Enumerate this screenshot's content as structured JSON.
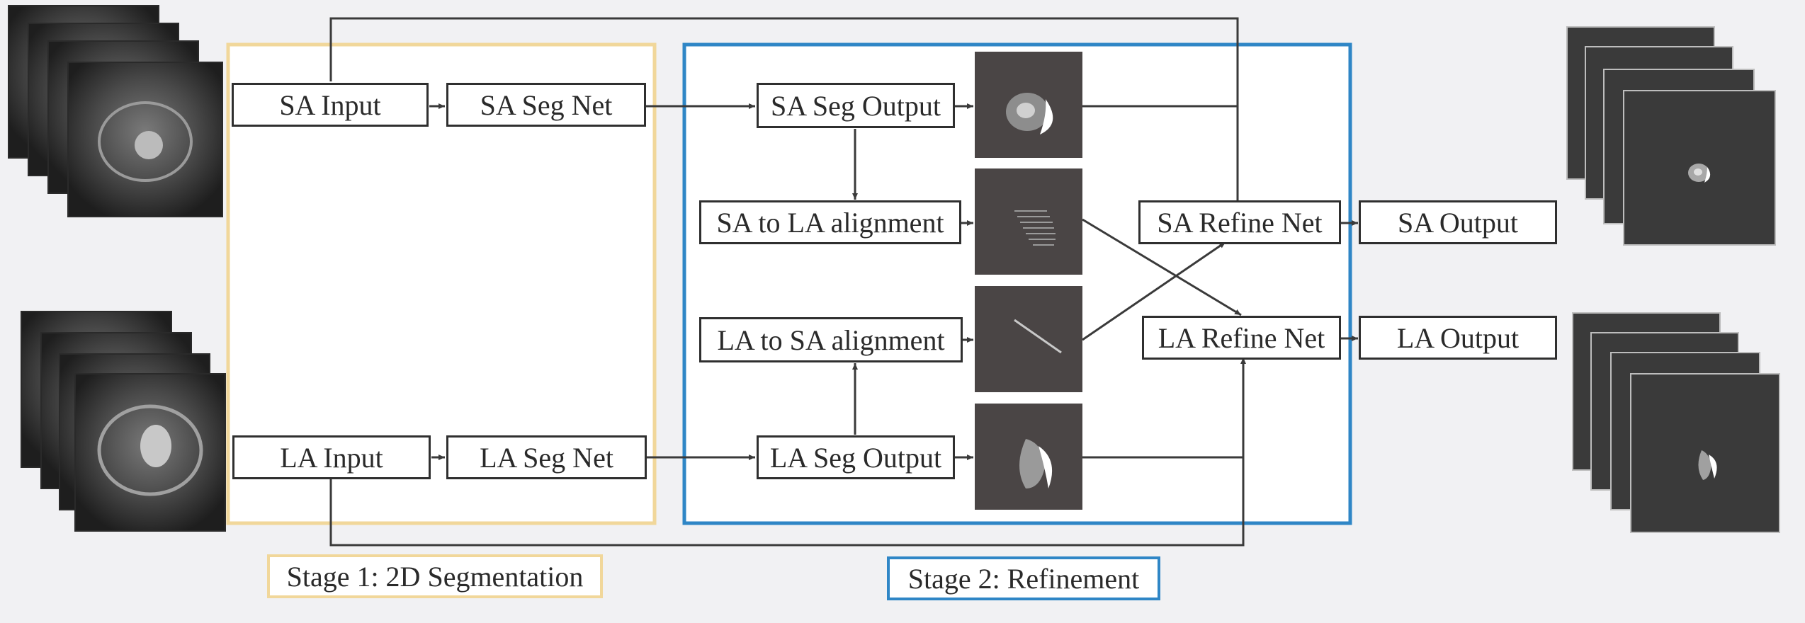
{
  "colors": {
    "background": "#f1f1f3",
    "stage1_border": "#f1d79a",
    "stage2_border": "#2f86c6",
    "line": "#3a3a3a",
    "image_bg": "#4a4545"
  },
  "stage1": {
    "label": "Stage 1: 2D Segmentation"
  },
  "stage2": {
    "label": "Stage 2: Refinement"
  },
  "nodes": {
    "sa_input": "SA Input",
    "sa_seg_net": "SA Seg Net",
    "sa_seg_output": "SA Seg Output",
    "sa_to_la": "SA to LA alignment",
    "la_to_sa": "LA to SA alignment",
    "la_seg_output": "LA Seg Output",
    "la_input": "LA Input",
    "la_seg_net": "LA Seg Net",
    "sa_refine_net": "SA Refine Net",
    "la_refine_net": "LA Refine Net",
    "sa_output": "SA Output",
    "la_output": "LA Output"
  }
}
